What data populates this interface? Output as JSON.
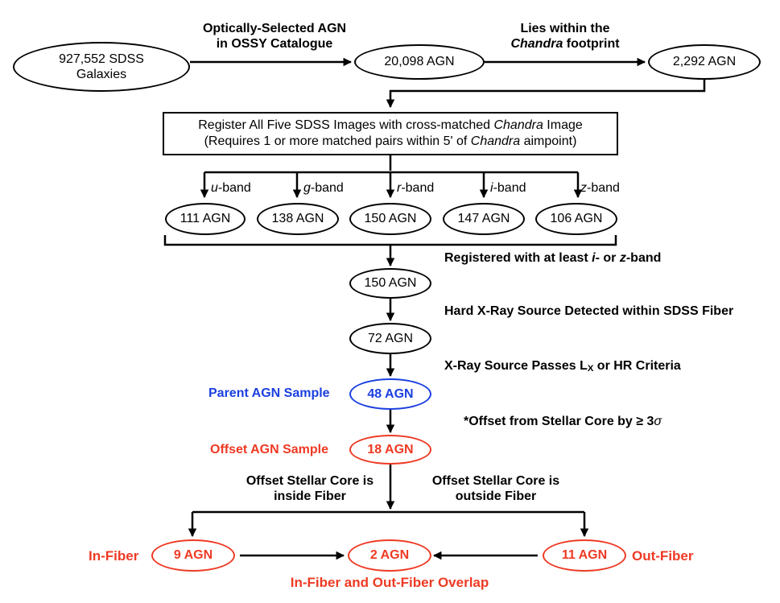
{
  "top": {
    "start_line1": "927,552 SDSS",
    "start_line2": "Galaxies",
    "step1_label_line1": "Optically-Selected AGN",
    "step1_label_line2": "in OSSY Catalogue",
    "agn_20098": "20,098 AGN",
    "step2_label_line1": "Lies within the",
    "step2_italic": "Chandra",
    "step2_suffix": " footprint",
    "agn_2292": "2,292 AGN"
  },
  "register_box": {
    "line1_pre": "Register All Five SDSS Images with cross-matched ",
    "line1_italic": "Chandra",
    "line1_post": " Image",
    "line2_pre": "(Requires 1 or more matched pairs within 5' of ",
    "line2_italic": "Chandra",
    "line2_post": " aimpoint)"
  },
  "bands": [
    {
      "letter": "u",
      "suffix": "-band",
      "count": "111 AGN"
    },
    {
      "letter": "g",
      "suffix": "-band",
      "count": "138 AGN"
    },
    {
      "letter": "r",
      "suffix": "-band",
      "count": "150 AGN"
    },
    {
      "letter": "i",
      "suffix": "-band",
      "count": "147 AGN"
    },
    {
      "letter": "z",
      "suffix": "-band",
      "count": "106 AGN"
    }
  ],
  "registered": {
    "label_pre": "Registered with at least ",
    "label_i": "i",
    "label_mid": "- or ",
    "label_z": "z",
    "label_post": "-band",
    "count": "150 AGN"
  },
  "hard_xray": {
    "label": "Hard X-Ray Source Detected within SDSS Fiber",
    "count": "72 AGN"
  },
  "criteria": {
    "label_pre": "X-Ray Source Passes L",
    "label_sub": "X",
    "label_post": " or HR Criteria"
  },
  "parent": {
    "label": "Parent AGN Sample",
    "count": "48 AGN"
  },
  "offset_note": {
    "pre": "*Offset from Stellar Core by ≥ 3",
    "sigma": "σ"
  },
  "offset": {
    "label": "Offset AGN Sample",
    "count": "18 AGN"
  },
  "split": {
    "left_line1": "Offset Stellar Core is",
    "left_line2": "inside Fiber",
    "right_line1": "Offset Stellar Core is",
    "right_line2": "outside Fiber"
  },
  "bottom": {
    "in_label": "In-Fiber",
    "in_count": "9 AGN",
    "overlap_count": "2 AGN",
    "out_count": "11 AGN",
    "out_label": "Out-Fiber",
    "overlap_label": "In-Fiber and Out-Fiber Overlap"
  },
  "colors": {
    "blue": "#1a3fe0",
    "red": "#ee3a24",
    "black": "#000000"
  }
}
